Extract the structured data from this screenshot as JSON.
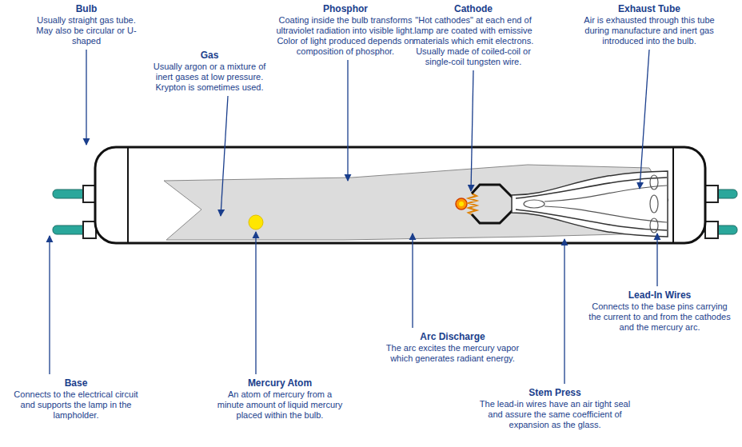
{
  "diagram": {
    "labels": [
      "Bulb",
      "Usually straight gas tube. May also be circular or U- shaped",
      "Gas",
      "Usually argon or a mixture of inert gases at low pressure. Krypton is sometimes used.",
      "Phosphor",
      "Coating inside the bulb transforms ultraviolet radiation into visible light. Color of light produced depends on composition of phosphor.",
      "Cathode",
      "\"Hot cathodes\" at each end of lamp are coated with emissive materials which emit electrons. Usually made of coiled-coil or single-coil tungsten wire.",
      "Exhaust Tube",
      "Air is exhausted through this tube during manufacture and inert gas introduced into the bulb.",
      "Base",
      "Connects to the electrical circuit and supports the lamp in the lampholder.",
      "Mercury Atom",
      "An atom of mercury from a minute amount of liquid mercury placed within the bulb.",
      "Arc Discharge",
      "The arc excites the mercury vapor which generates radiant energy.",
      "Lead-In Wires",
      "Connects to the base pins carrying the current to and from the cathodes and the mercury arc.",
      "Stem Press",
      "The lead-in wires have an air tight seal and assure the same coefficient of expansion as the glass."
    ]
  }
}
